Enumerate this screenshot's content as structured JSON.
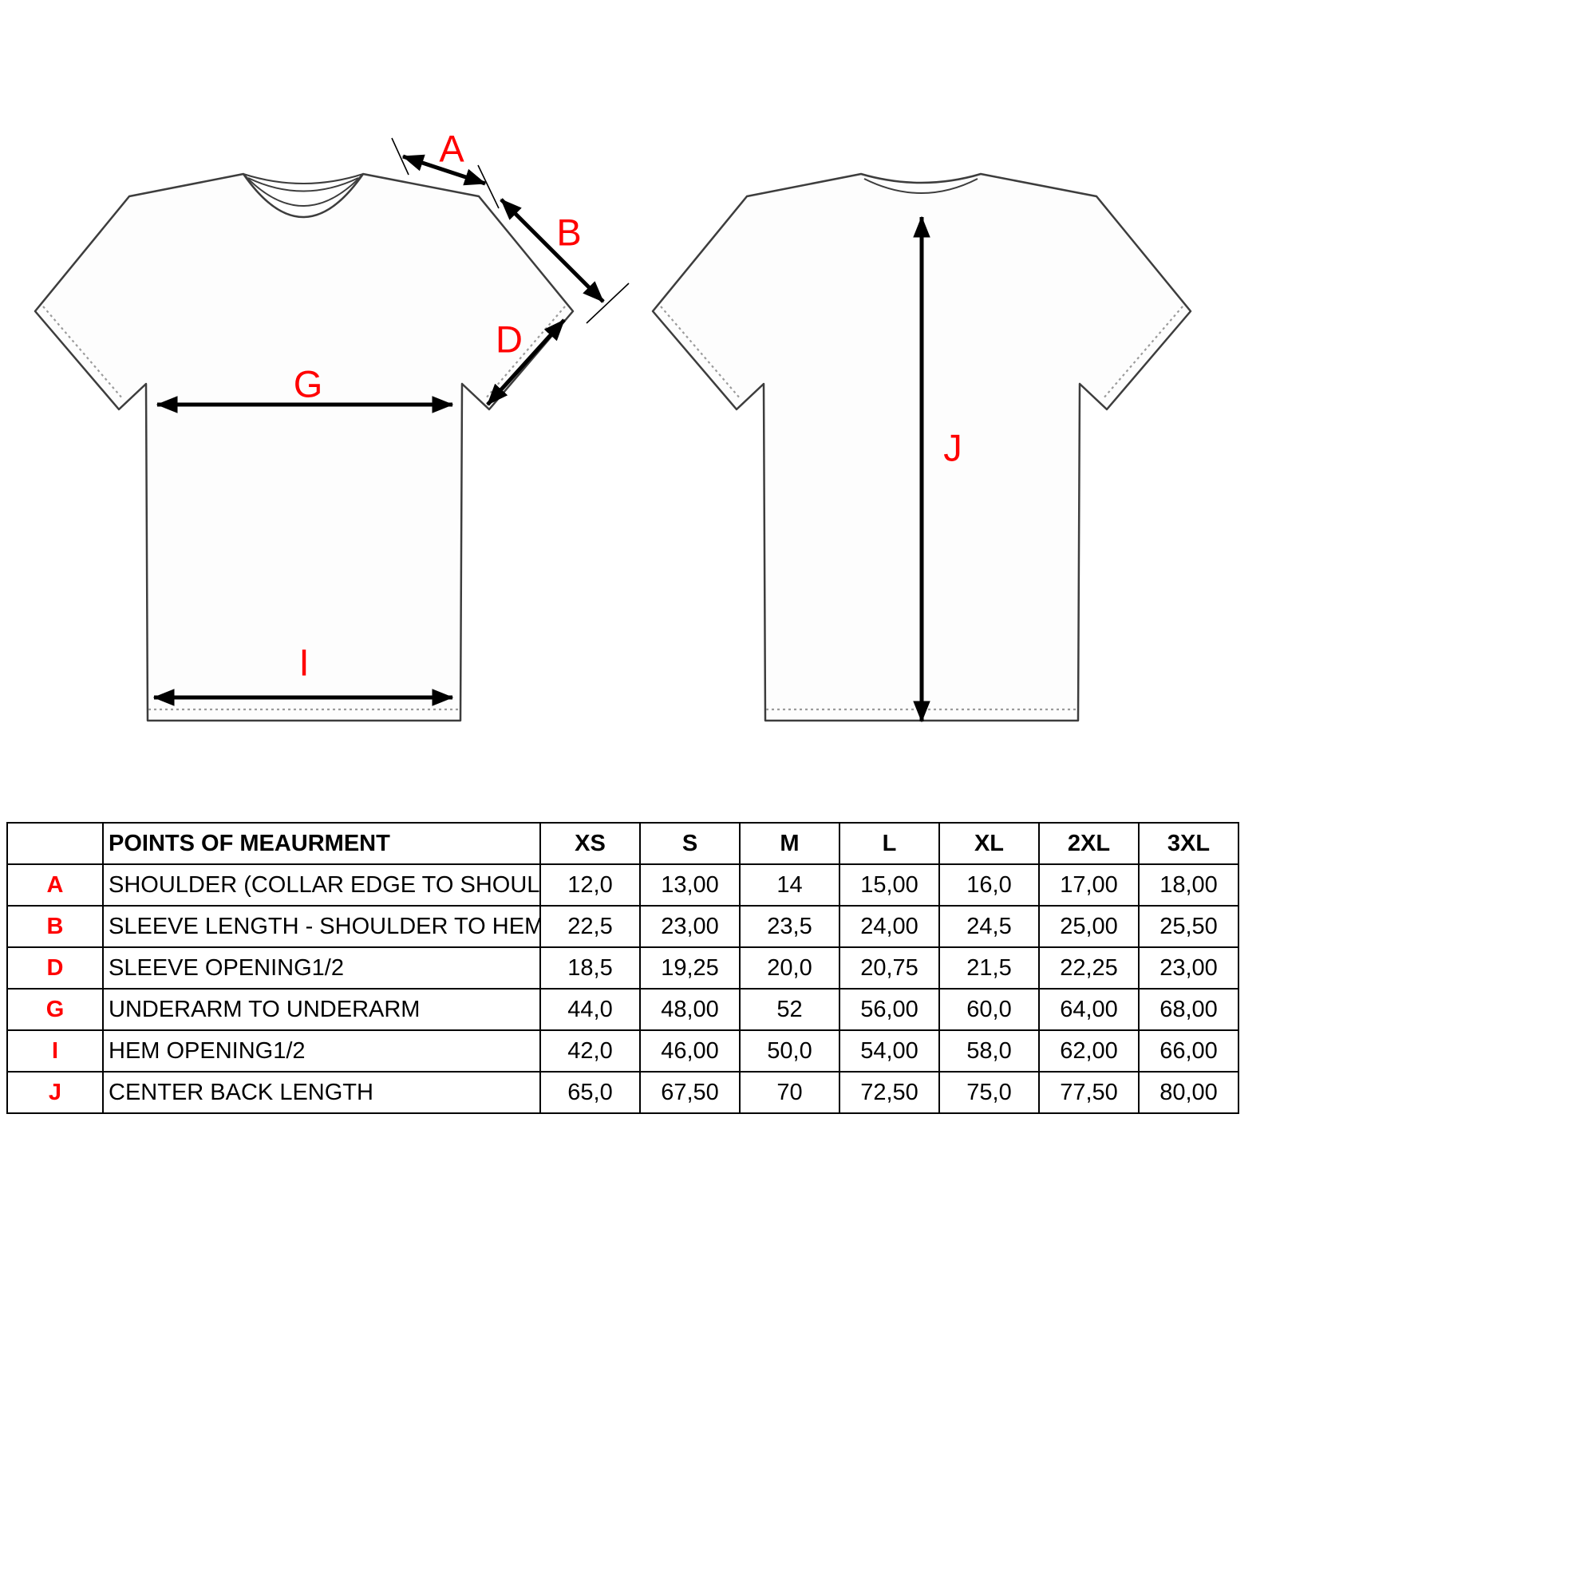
{
  "diagram": {
    "labels": {
      "A": "A",
      "B": "B",
      "D": "D",
      "G": "G",
      "I": "I",
      "J": "J"
    }
  },
  "table": {
    "header": {
      "corner": "",
      "points_label": "POINTS OF MEAURMENT",
      "sizes": [
        "XS",
        "S",
        "M",
        "L",
        "XL",
        "2XL",
        "3XL"
      ]
    },
    "rows": [
      {
        "letter": "A",
        "description": "SHOULDER (COLLAR EDGE TO SHOULDER EDGE)",
        "values": [
          "12,0",
          "13,00",
          "14",
          "15,00",
          "16,0",
          "17,00",
          "18,00"
        ]
      },
      {
        "letter": "B",
        "description": "SLEEVE LENGTH - SHOULDER TO HEM",
        "values": [
          "22,5",
          "23,00",
          "23,5",
          "24,00",
          "24,5",
          "25,00",
          "25,50"
        ]
      },
      {
        "letter": "D",
        "description": "SLEEVE OPENING1/2",
        "values": [
          "18,5",
          "19,25",
          "20,0",
          "20,75",
          "21,5",
          "22,25",
          "23,00"
        ]
      },
      {
        "letter": "G",
        "description": "UNDERARM TO UNDERARM",
        "values": [
          "44,0",
          "48,00",
          "52",
          "56,00",
          "60,0",
          "64,00",
          "68,00"
        ]
      },
      {
        "letter": "I",
        "description": "HEM OPENING1/2",
        "values": [
          "42,0",
          "46,00",
          "50,0",
          "54,00",
          "58,0",
          "62,00",
          "66,00"
        ]
      },
      {
        "letter": "J",
        "description": "CENTER BACK LENGTH",
        "values": [
          "65,0",
          "67,50",
          "70",
          "72,50",
          "75,0",
          "77,50",
          "80,00"
        ]
      }
    ]
  },
  "colors": {
    "accent_red": "#ff0000",
    "shirt_outline": "#3d3d3d",
    "stitch_gray": "#9b9b9b",
    "arrow_black": "#000000"
  }
}
